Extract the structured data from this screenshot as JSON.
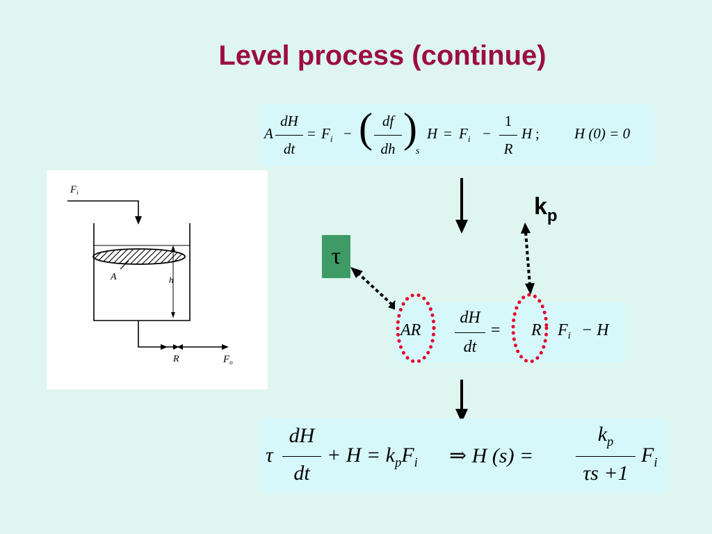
{
  "title": "Level process (continue)",
  "eq1": {
    "A": "A",
    "dH": "dH",
    "dt": "dt",
    "eq": "=",
    "Fi": "F",
    "i": "i",
    "minus": "−",
    "df": "df",
    "dh": "dh",
    "s": "s",
    "H": "H",
    "eq2": "=",
    "Fi2": "F",
    "i2": "i",
    "minus2": "−",
    "one": "1",
    "R": "R",
    "H2": "H",
    "semi": ";",
    "init": "H (0) = 0"
  },
  "eq2": {
    "AR": "AR",
    "dH": "dH",
    "dt": "dt",
    "eq": "=",
    "R": "R",
    "Fi": "F",
    "i": "i",
    "minusH": "− H"
  },
  "eq3": {
    "tau": "τ",
    "dH": "dH",
    "dt": "dt",
    "plusH": "+ H = k",
    "p": "p",
    "F": "F",
    "i": "i",
    "implies": "⇒ H (s) =",
    "k": "k",
    "p2": "p",
    "den": "τs +1",
    "F2": "F",
    "i2": "i"
  },
  "labels": {
    "tau": "τ",
    "kp_k": "k",
    "kp_p": "p"
  },
  "diagram": {
    "Fi": "F",
    "Fi_sub": "i",
    "A": "A",
    "h": "h",
    "R": "R",
    "Fo": "F",
    "Fo_sub": "o"
  },
  "colors": {
    "title": "#9b0e3f",
    "tau_box": "#3e9b66",
    "eq_box": "#d6f8fb",
    "circle": "#e4002b",
    "background": "#dff5ef"
  }
}
